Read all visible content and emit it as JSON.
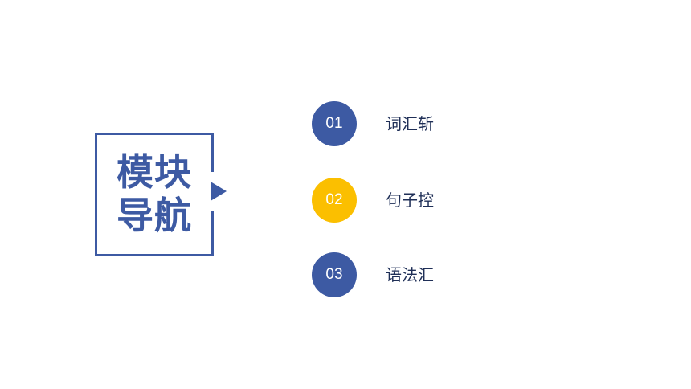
{
  "title": {
    "line1": "模块",
    "line2": "导航"
  },
  "colors": {
    "primary": "#3d5aa3",
    "accent": "#fbbf00",
    "label_text": "#1f2f57"
  },
  "menu": [
    {
      "number": "01",
      "label": "词汇斩",
      "color": "#3d5aa3"
    },
    {
      "number": "02",
      "label": "句子控",
      "color": "#fbbf00"
    },
    {
      "number": "03",
      "label": "语法汇",
      "color": "#3d5aa3"
    }
  ]
}
